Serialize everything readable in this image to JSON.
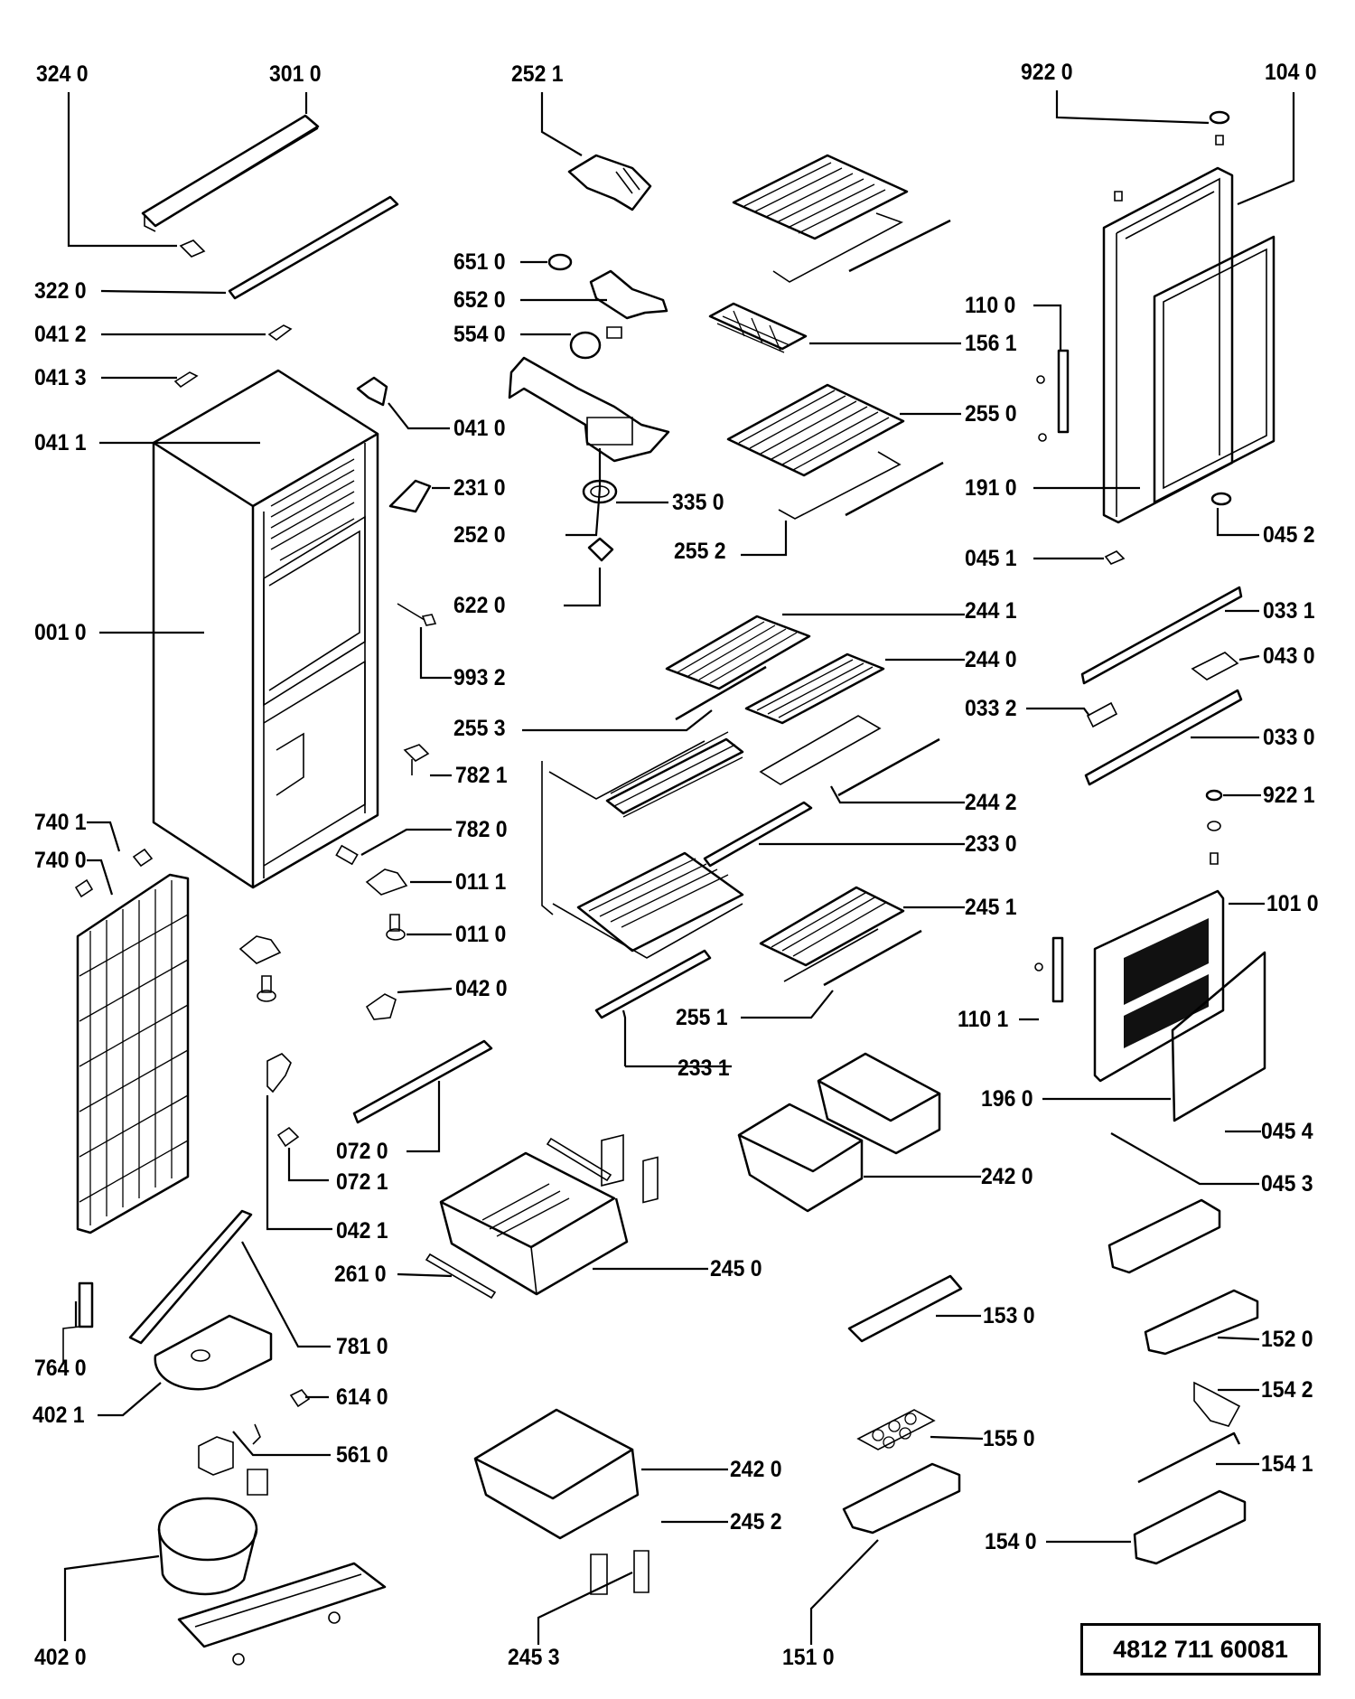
{
  "diagram": {
    "title": "Refrigerator exploded parts diagram",
    "document_number": "4812 711 60081",
    "labels": {
      "l3240": "324 0",
      "l3010": "301 0",
      "l2521": "252 1",
      "l9220": "922 0",
      "l1040": "104 0",
      "l3220": "322 0",
      "l0412": "041 2",
      "l0413": "041 3",
      "l0411": "041 1",
      "l0410": "041 0",
      "l6510": "651 0",
      "l6520": "652 0",
      "l5540": "554 0",
      "l1100": "110 0",
      "l1561": "156 1",
      "l2550": "255 0",
      "l2310": "231 0",
      "l3350": "335 0",
      "l2520": "252 0",
      "l2552": "255 2",
      "l1910": "191 0",
      "l0452": "045 2",
      "l0451": "045 1",
      "l0010": "001 0",
      "l6220": "622 0",
      "l2441": "244 1",
      "l0331": "033 1",
      "l2440": "244 0",
      "l0430": "043 0",
      "l9932": "993 2",
      "l0332": "033 2",
      "l2553": "255 3",
      "l0330": "033 0",
      "l7821": "782 1",
      "l2442": "244 2",
      "l9221": "922 1",
      "l7401": "740 1",
      "l7820": "782 0",
      "l2330": "233 0",
      "l7400": "740 0",
      "l0111": "011 1",
      "l2451": "245 1",
      "l1010": "101 0",
      "l0110": "011 0",
      "l0420": "042 0",
      "l2551": "255 1",
      "l1101": "110 1",
      "l2331": "233 1",
      "l1960": "196 0",
      "l0454": "045 4",
      "l0720": "072 0",
      "l2420a": "242 0",
      "l0453": "045 3",
      "l0721": "072 1",
      "l0421": "042 1",
      "l2610": "261 0",
      "l2450": "245 0",
      "l1530": "153 0",
      "l7810": "781 0",
      "l1520": "152 0",
      "l7640": "764 0",
      "l4021": "402 1",
      "l6140": "614 0",
      "l1542": "154 2",
      "l5610": "561 0",
      "l1550": "155 0",
      "l2420b": "242 0",
      "l1541": "154 1",
      "l2452": "245 2",
      "l1540": "154 0",
      "l4020": "402 0",
      "l2453": "245 3",
      "l1510": "151 0"
    }
  }
}
